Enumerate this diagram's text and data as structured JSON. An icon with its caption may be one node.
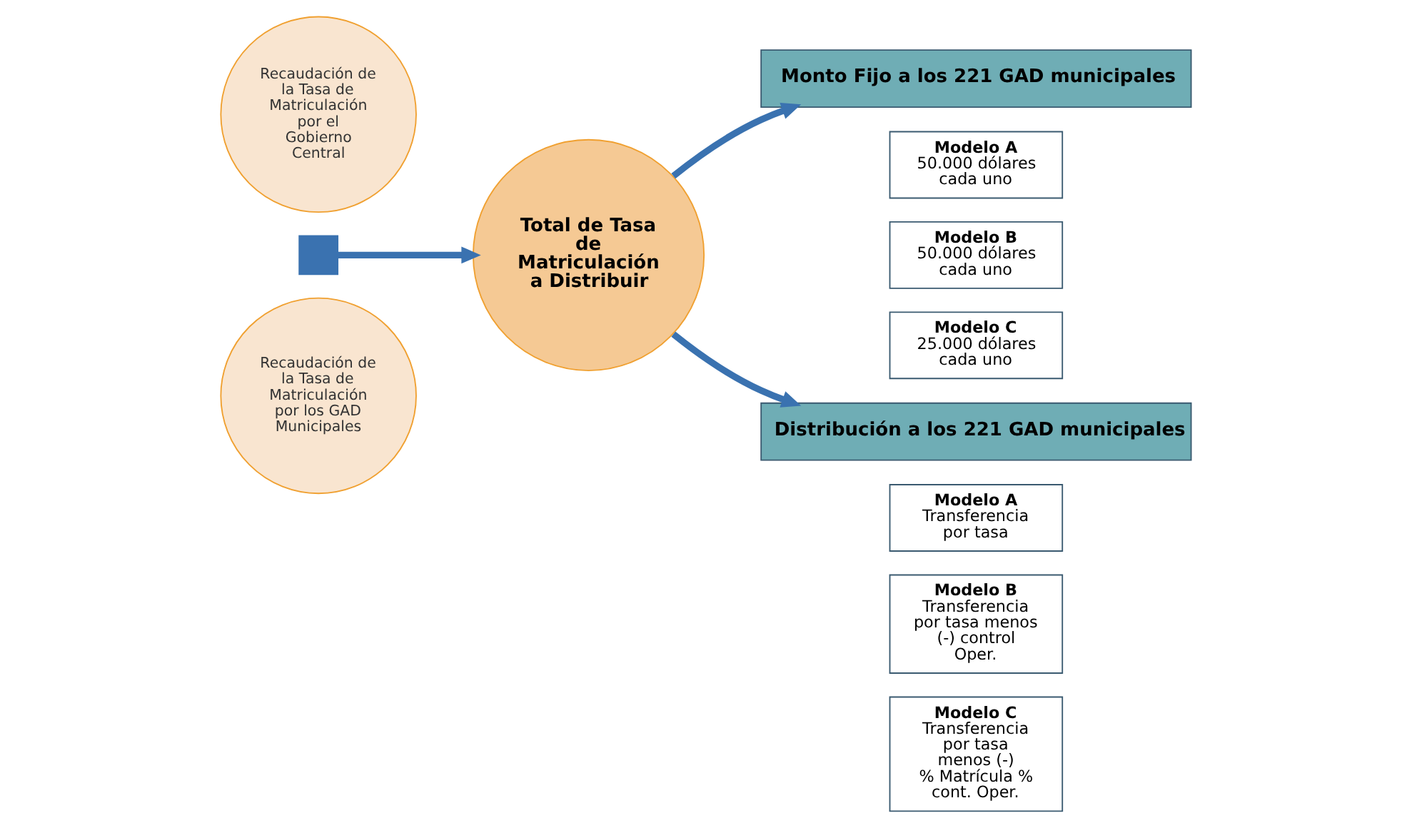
{
  "diagram": {
    "nodes": [
      {
        "text": [
          "Recaudación de la Tasa de Matriculación por el Gobierno Central"
        ]
      },
      {
        "text": [],
        "shape": "cross"
      },
      {
        "text": [
          "Recaudación de la Tasa de Matriculación por los GAD Municipales"
        ]
      },
      {
        "text": [
          "Total de Tasa de Matriculación a Distribuir"
        ]
      },
      {
        "text": [
          "Monto Fijo a los 221 GAD municipales"
        ]
      },
      {
        "text": [
          "Modelo A",
          "50.000 dólares cada uno"
        ]
      },
      {
        "text": [
          "Modelo B",
          "50.000 dólares cada uno"
        ]
      },
      {
        "text": [
          "Modelo C",
          "25.000 dólares cada uno"
        ]
      },
      {
        "text": [
          "Distribución a los 221 GAD municipales"
        ]
      },
      {
        "text": [
          "Modelo A",
          "Transferencia por tasa"
        ]
      },
      {
        "text": [
          "Modelo B",
          "Transferencia por tasa menos (-) control Oper."
        ]
      },
      {
        "text": [
          "Modelo C",
          "Transferencia por tasa",
          "menos (-)",
          "% Matrícula % cont. Oper."
        ]
      }
    ],
    "edges": [
      {
        "from": 1,
        "to": 3,
        "arrow": "to"
      },
      {
        "from": 3,
        "to": 4,
        "arrow": "to"
      },
      {
        "from": 3,
        "to": 8,
        "arrow": "to"
      }
    ]
  }
}
